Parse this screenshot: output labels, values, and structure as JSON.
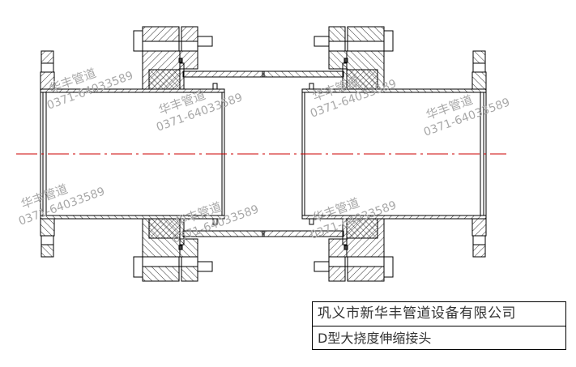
{
  "drawing": {
    "title": "D型大挠度伸缩接头",
    "centerline_color": "#cc0000",
    "line_color": "#000000"
  },
  "title_block": {
    "company": "巩义市新华丰管道设备有限公司",
    "product": "D型大挠度伸缩接头"
  },
  "watermark": {
    "brand": "华丰管道",
    "phone": "0371-64033589"
  }
}
